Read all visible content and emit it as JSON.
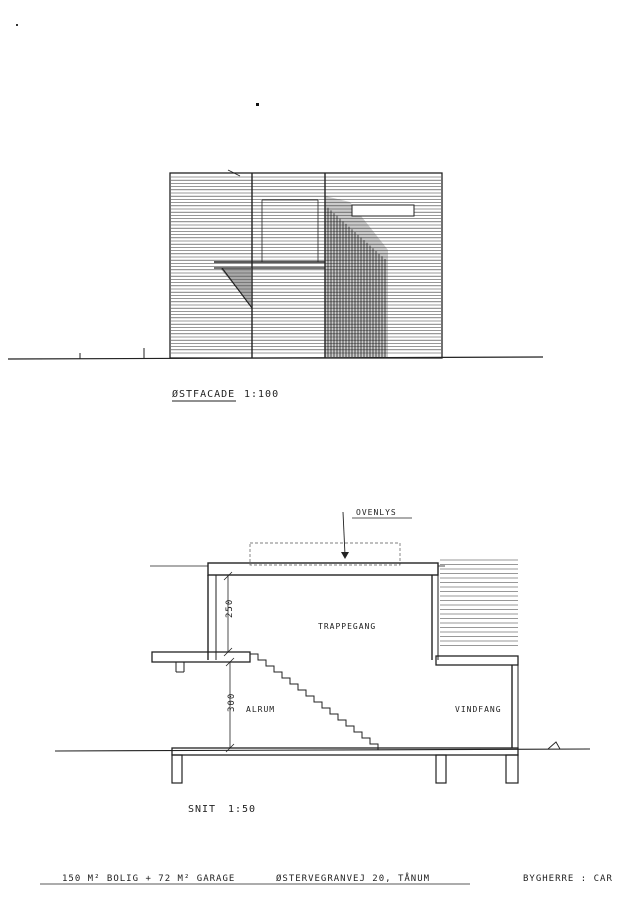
{
  "drawing": {
    "elevation": {
      "title": "ØSTFACADE",
      "scale": "1:100"
    },
    "section": {
      "title": "SNIT",
      "scale": "1:50",
      "labels": {
        "skylight": "OVENLYS",
        "stair": "TRAPPEGANG",
        "room_left": "ALRUM",
        "room_right": "VINDFANG",
        "height_upper": "250",
        "height_lower": "300"
      }
    },
    "footer": {
      "area": "150 M² BOLIG + 72 M² GARAGE",
      "address": "ØSTERVEGRANVEJ 20, TÅNUM",
      "client": "BYGHERRE : CAR"
    }
  }
}
